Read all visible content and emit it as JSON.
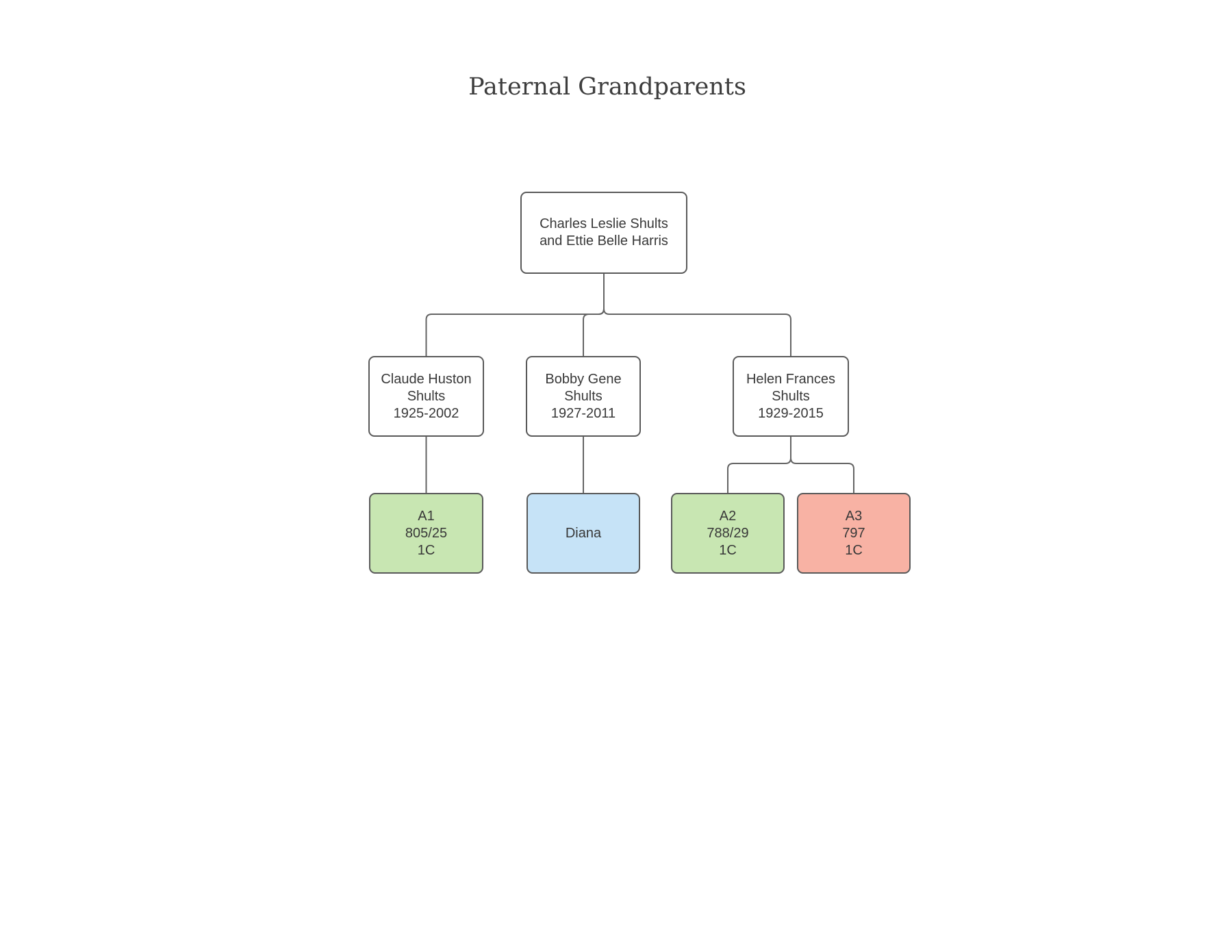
{
  "title": "Paternal Grandparents",
  "colors": {
    "box_green": "#c8e6b2",
    "box_blue": "#c6e3f7",
    "box_salmon": "#f8b2a4",
    "box_white": "#ffffff",
    "box_border": "#595959",
    "connector_line": "#646464",
    "node_text": "#383838",
    "title_text": "#3d3d3d"
  },
  "nodes": {
    "root": {
      "lines": [
        "Charles Leslie Shults",
        "and Ettie Belle Harris"
      ],
      "fill": "box_white"
    },
    "claude": {
      "lines": [
        "Claude Huston",
        "Shults",
        "1925-2002"
      ],
      "fill": "box_white"
    },
    "bobby": {
      "lines": [
        "Bobby Gene",
        "Shults",
        "1927-2011"
      ],
      "fill": "box_white"
    },
    "helen": {
      "lines": [
        "Helen Frances",
        "Shults",
        "1929-2015"
      ],
      "fill": "box_white"
    },
    "a1": {
      "lines": [
        "A1",
        "805/25",
        "1C"
      ],
      "fill": "box_green"
    },
    "diana": {
      "lines": [
        "Diana"
      ],
      "fill": "box_blue"
    },
    "a2": {
      "lines": [
        "A2",
        "788/29",
        "1C"
      ],
      "fill": "box_green"
    },
    "a3": {
      "lines": [
        "A3",
        "797",
        "1C"
      ],
      "fill": "box_salmon"
    }
  }
}
